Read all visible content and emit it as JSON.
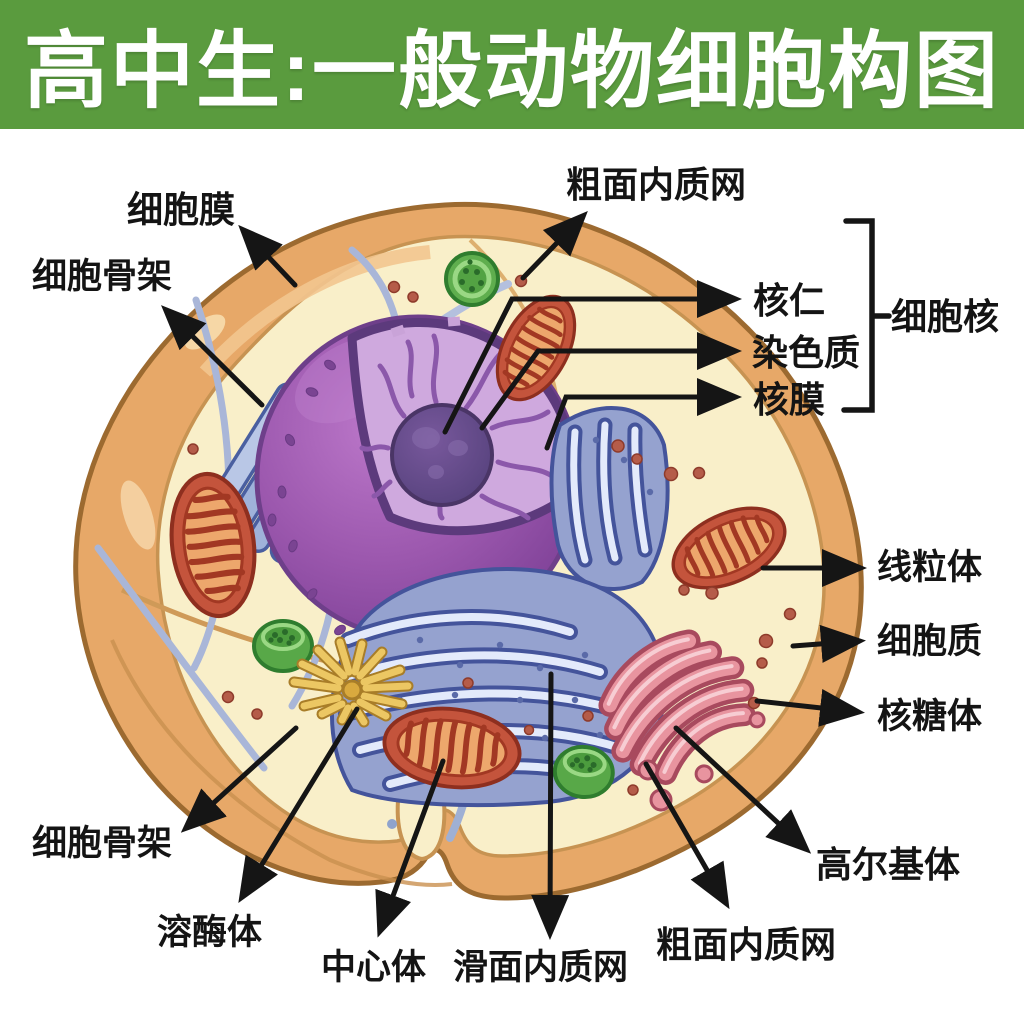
{
  "header": {
    "title": "高中生:一般动物细胞构图",
    "bg_color": "#5a9b3e",
    "text_color": "#ffffff"
  },
  "labels": [
    {
      "id": "cell-membrane",
      "text": "细胞膜"
    },
    {
      "id": "cytoskeleton-top",
      "text": "细胞骨架"
    },
    {
      "id": "rough-er-top",
      "text": "粗面内质网"
    },
    {
      "id": "nucleolus",
      "text": "核仁"
    },
    {
      "id": "chromatin",
      "text": "染色质"
    },
    {
      "id": "nuclear-membrane",
      "text": "核膜"
    },
    {
      "id": "nucleus-group",
      "text": "细胞核"
    },
    {
      "id": "mitochondrion",
      "text": "线粒体"
    },
    {
      "id": "cytoplasm",
      "text": "细胞质"
    },
    {
      "id": "ribosome",
      "text": "核糖体"
    },
    {
      "id": "golgi-apparatus",
      "text": "高尔基体"
    },
    {
      "id": "rough-er-bottom",
      "text": "粗面内质网"
    },
    {
      "id": "smooth-er",
      "text": "滑面内质网"
    },
    {
      "id": "centrosome",
      "text": "中心体"
    },
    {
      "id": "lysosome",
      "text": "溶酶体"
    },
    {
      "id": "cytoskeleton-bottom",
      "text": "细胞骨架"
    }
  ],
  "colors": {
    "header_green": "#5a9b3e",
    "membrane_orange": "#e7a868",
    "cytoplasm_cream": "#f9efc9",
    "nucleus_purple": "#9c58ae",
    "nucleus_interior": "#cfa9de",
    "nucleolus_purple": "#5f4683",
    "er_blue": "#95a2cf",
    "mitochondria_red": "#c4543c",
    "mitochondria_inner": "#eda76c",
    "golgi_pink": "#e8949f",
    "lysosome_green": "#58a848",
    "centriole_yellow": "#ecc35c",
    "leader_line": "#151515"
  }
}
